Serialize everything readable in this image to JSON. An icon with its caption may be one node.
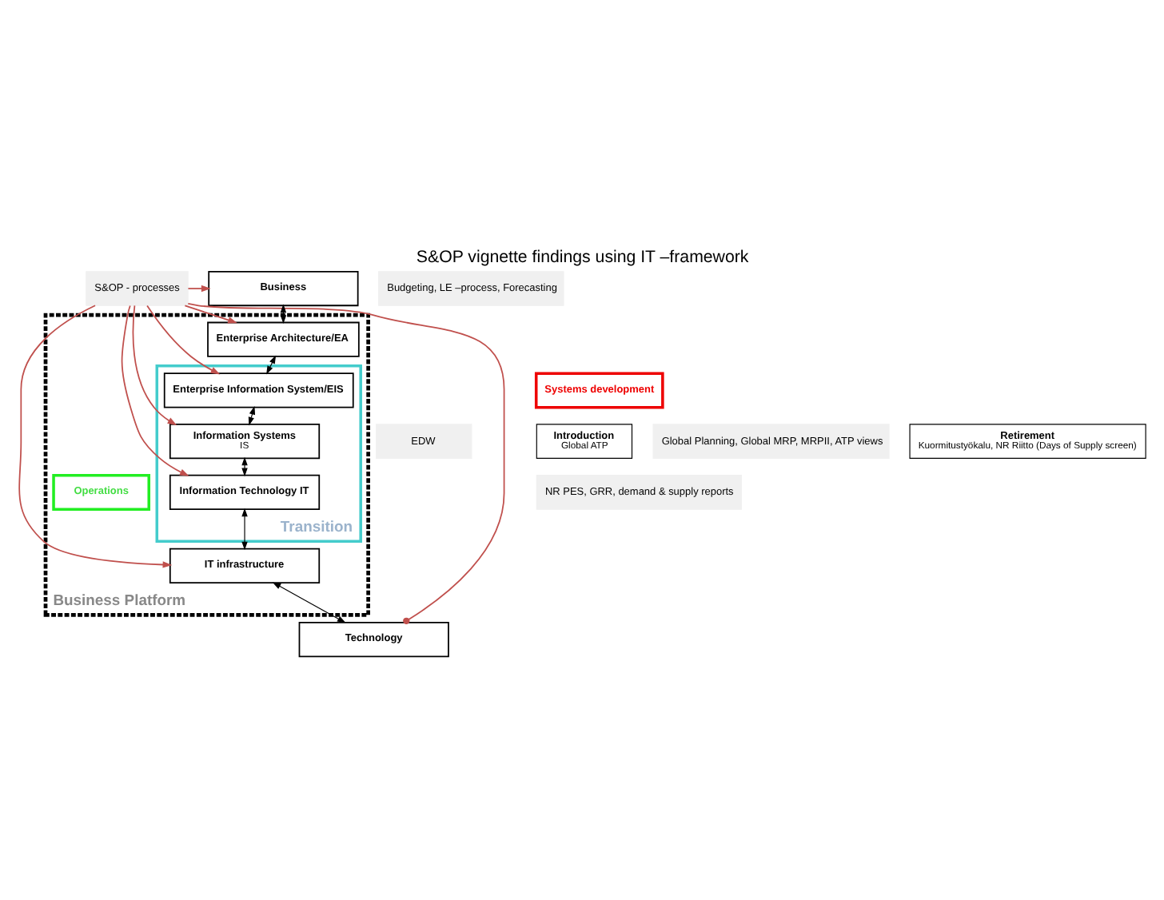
{
  "diagram": {
    "title": "S&OP vignette findings using IT –framework",
    "nodes": [
      {
        "text": [
          "S&OP - processes"
        ]
      },
      {
        "text": [
          "Business"
        ]
      },
      {
        "text": [
          "Budgeting, LE –process, Forecasting"
        ]
      },
      {
        "text": [
          "Business Platform"
        ]
      },
      {
        "text": [
          "Enterprise Architecture/EA"
        ],
        "in": 3
      },
      {
        "text": [
          "Transition"
        ],
        "in": 3
      },
      {
        "text": [
          "Enterprise Information System/EIS"
        ],
        "in": 5
      },
      {
        "text": [
          "EDW"
        ]
      },
      {
        "text": [
          "Operations"
        ],
        "in": 3
      },
      {
        "text": [
          "Introduction",
          "Global ATP"
        ]
      },
      {
        "text": [
          "Information Systems",
          "IS"
        ],
        "in": 5
      },
      {
        "text": [
          "Global Planning, Global MRP, MRPII, ATP views"
        ]
      },
      {
        "text": [
          "Retirement",
          "Kuormitustyökalu, NR Riitto (Days of Supply screen)"
        ]
      },
      {
        "text": [
          "Information Technology IT"
        ],
        "in": 5
      },
      {
        "text": [
          "NR PES, GRR, demand & supply reports"
        ]
      },
      {
        "text": [
          "IT infrastructure"
        ],
        "in": 3
      },
      {
        "text": [
          "Systems development"
        ]
      },
      {
        "text": [
          "Technology"
        ]
      }
    ],
    "edges": [
      {
        "from": 1,
        "to": 4,
        "arrow": "both",
        "color": "#000000"
      },
      {
        "from": 4,
        "to": 6,
        "arrow": "both",
        "color": "#000000"
      },
      {
        "from": 6,
        "to": 10,
        "arrow": "both",
        "color": "#000000"
      },
      {
        "from": 10,
        "to": 13,
        "arrow": "both",
        "color": "#000000"
      },
      {
        "from": 13,
        "to": 15,
        "arrow": "both",
        "color": "#000000"
      },
      {
        "from": 15,
        "to": 17,
        "arrow": "both",
        "color": "#000000"
      },
      {
        "from": 0,
        "to": 1,
        "arrow": "to"
      },
      {
        "from": 0,
        "to": 4,
        "arrow": "to"
      },
      {
        "from": 0,
        "to": 6,
        "arrow": "to"
      },
      {
        "from": 0,
        "to": 10,
        "arrow": "to"
      },
      {
        "from": 0,
        "to": 13,
        "arrow": "to"
      },
      {
        "from": 0,
        "to": 15,
        "arrow": "to"
      },
      {
        "from": 0,
        "to": 17,
        "arrow": "other"
      }
    ]
  }
}
